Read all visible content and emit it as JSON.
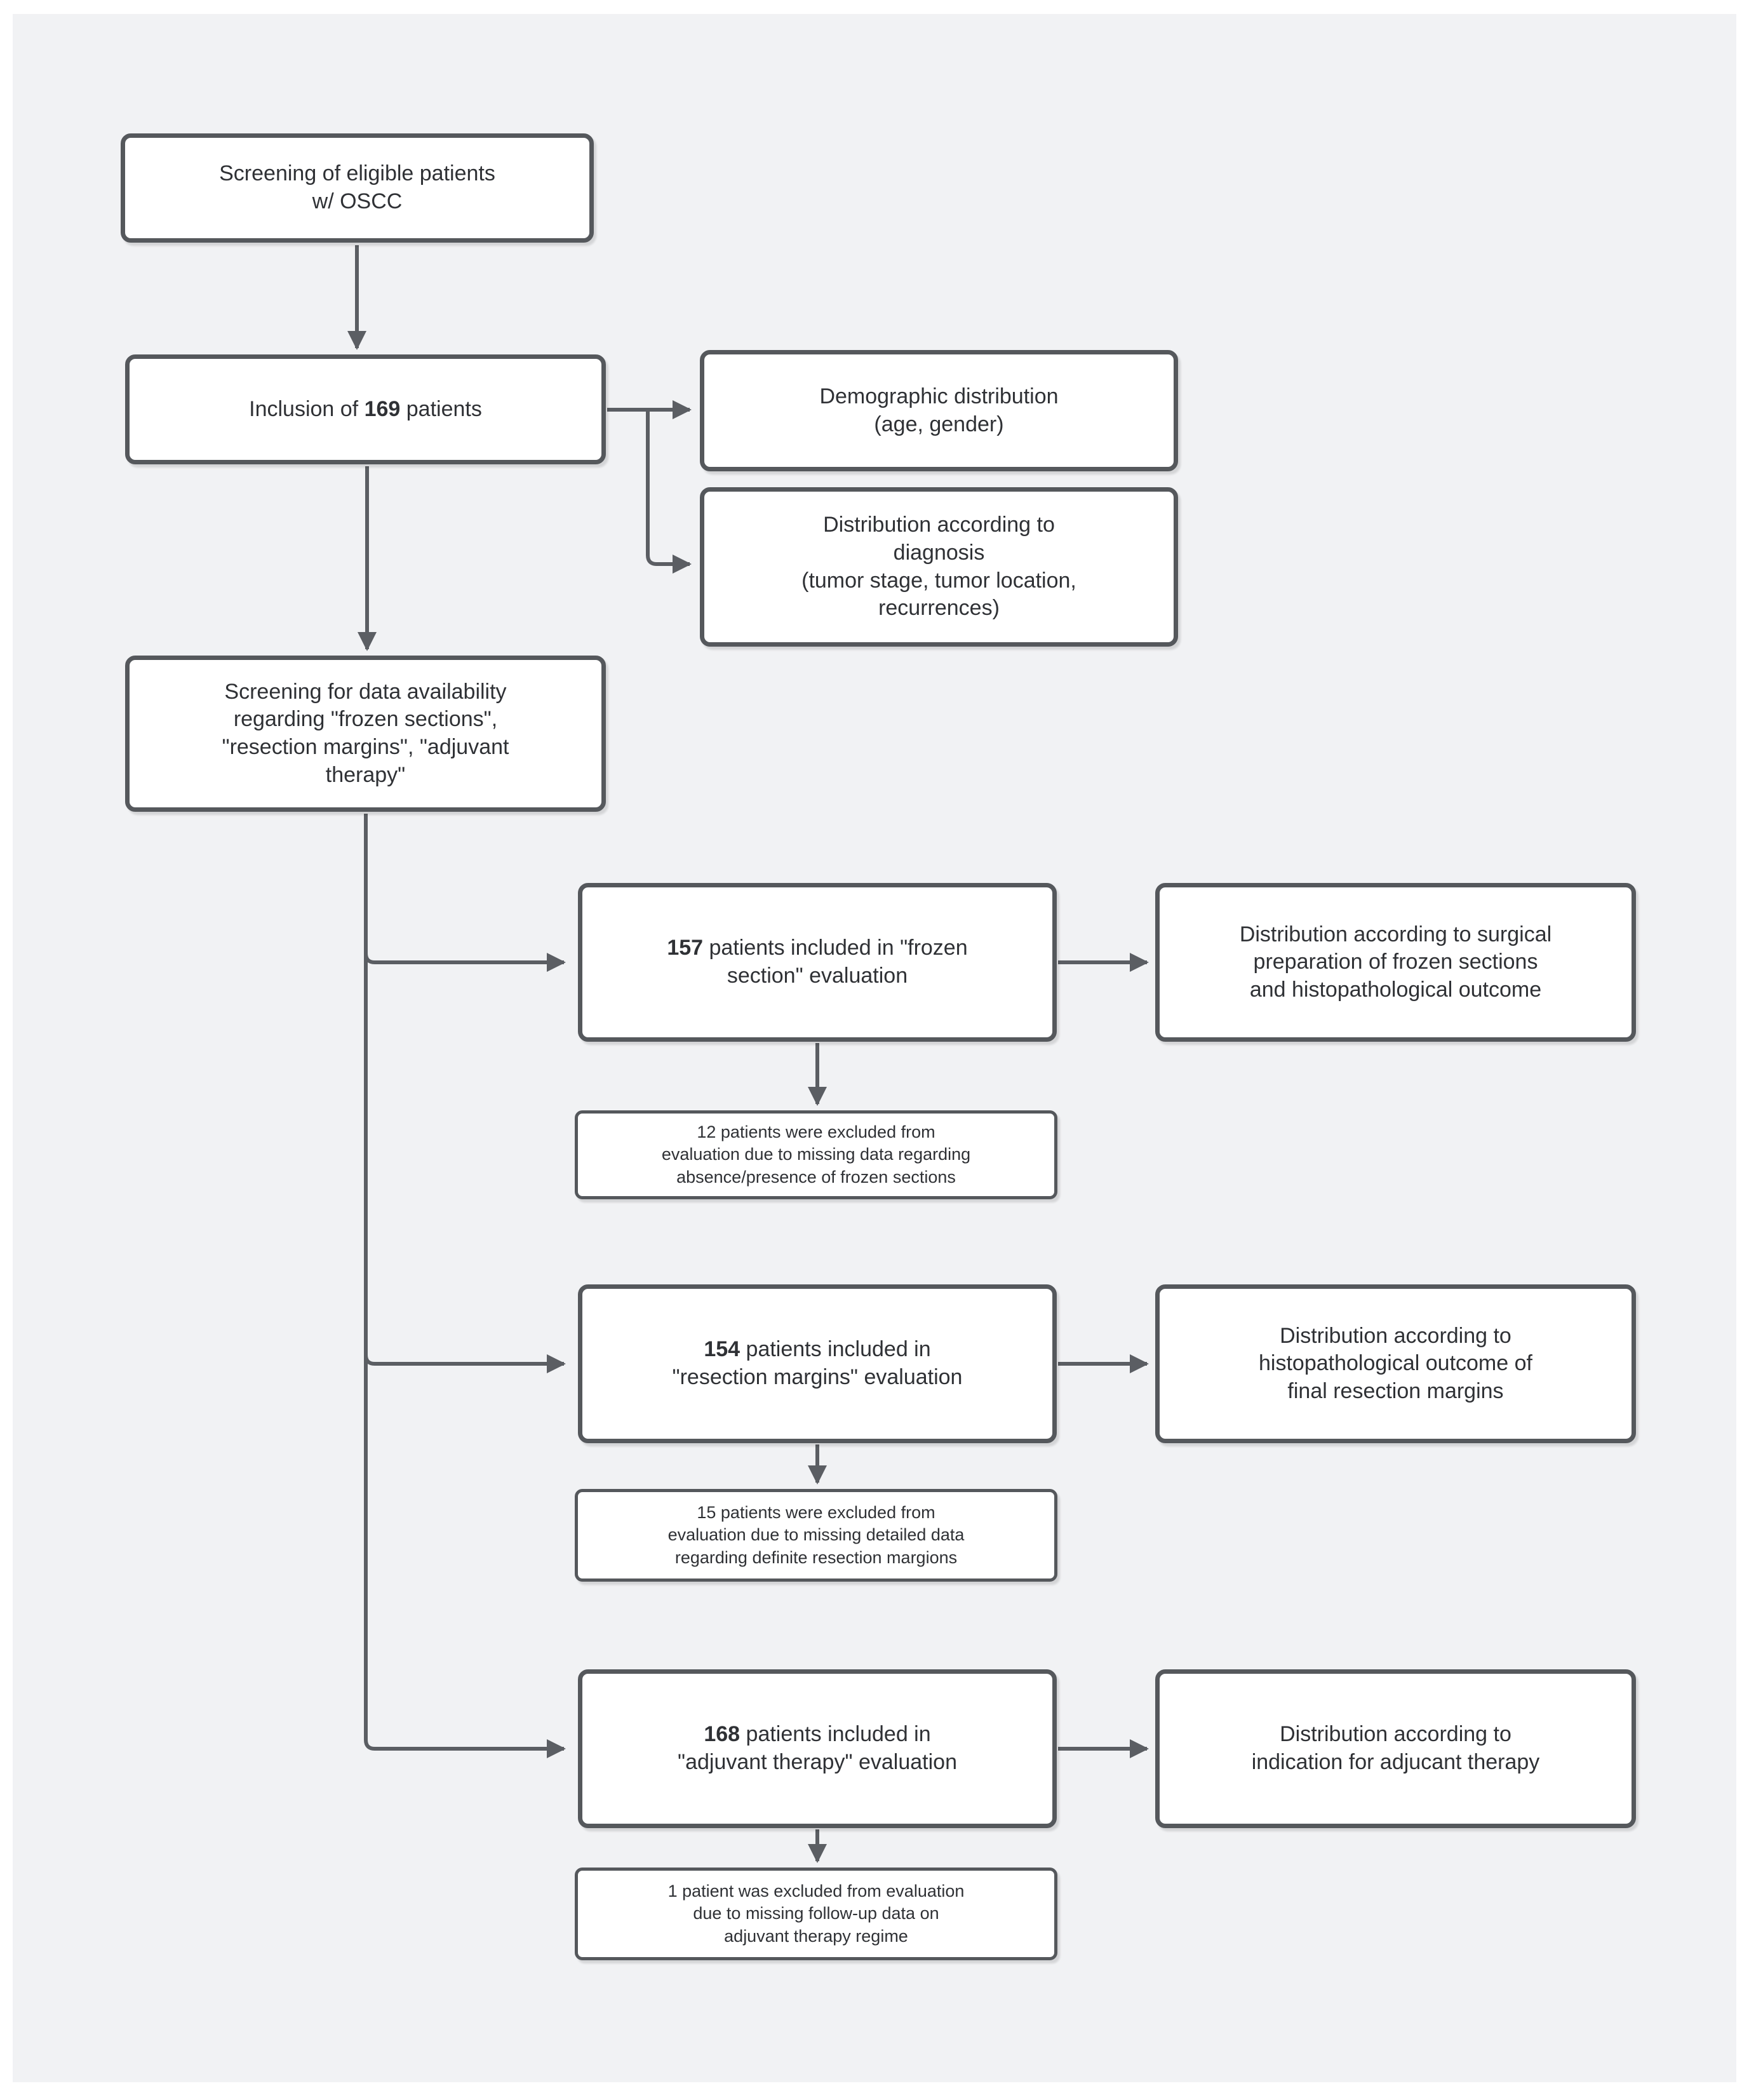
{
  "diagram": {
    "title": "Patient screening flowchart",
    "colors": {
      "canvas_bg": "#f1f2f4",
      "page_bg": "#ffffff",
      "box_fill": "#ffffff",
      "box_border": "#55585c",
      "connector": "#5b5e63",
      "text": "#2f3135"
    },
    "nodes": {
      "screening_eligible": {
        "text": "Screening of eligible patients\nw/ OSCC"
      },
      "inclusion": {
        "pre": "Inclusion of ",
        "bold": "169",
        "post": " patients"
      },
      "demographic": {
        "text": "Demographic distribution\n(age, gender)"
      },
      "diagnosis": {
        "text": "Distribution according to\ndiagnosis\n(tumor stage, tumor location,\nrecurrences)"
      },
      "screening_data": {
        "text": "Screening for data availability\nregarding \"frozen sections\",\n\"resection margins\", \"adjuvant\ntherapy\""
      },
      "frozen_157": {
        "bold": "157",
        "post": " patients included in \"frozen\nsection\" evaluation"
      },
      "dist_surgical": {
        "text": "Distribution according to surgical\npreparation of frozen sections\nand histopathological outcome"
      },
      "excluded_12": {
        "text": "12 patients were excluded from\nevaluation due to missing data regarding\nabsence/presence of frozen sections"
      },
      "resection_154": {
        "bold": "154",
        "post": " patients included in\n\"resection margins\" evaluation"
      },
      "dist_histopath": {
        "text": "Distribution according to\nhistopathological outcome of\nfinal resection margins"
      },
      "excluded_15": {
        "text": "15 patients were excluded from\nevaluation due to missing detailed data\nregarding definite resection margions"
      },
      "adjuvant_168": {
        "bold": "168",
        "post": " patients included in\n\"adjuvant therapy\" evaluation"
      },
      "dist_indication": {
        "text": "Distribution according to\nindication for adjucant therapy"
      },
      "excluded_1": {
        "text": "1 patient was excluded from evaluation\ndue to missing follow-up data on\nadjuvant therapy regime"
      }
    },
    "edges": [
      {
        "from": "screening_eligible",
        "to": "inclusion"
      },
      {
        "from": "inclusion",
        "to": "demographic"
      },
      {
        "from": "inclusion",
        "to": "diagnosis"
      },
      {
        "from": "inclusion",
        "to": "screening_data"
      },
      {
        "from": "screening_data",
        "to": "frozen_157"
      },
      {
        "from": "screening_data",
        "to": "resection_154"
      },
      {
        "from": "screening_data",
        "to": "adjuvant_168"
      },
      {
        "from": "frozen_157",
        "to": "dist_surgical"
      },
      {
        "from": "frozen_157",
        "to": "excluded_12"
      },
      {
        "from": "resection_154",
        "to": "dist_histopath"
      },
      {
        "from": "resection_154",
        "to": "excluded_15"
      },
      {
        "from": "adjuvant_168",
        "to": "dist_indication"
      },
      {
        "from": "adjuvant_168",
        "to": "excluded_1"
      }
    ]
  }
}
